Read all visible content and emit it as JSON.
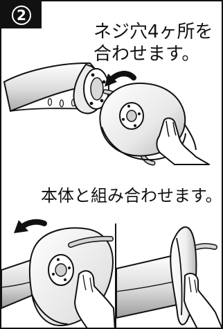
{
  "step": {
    "number": "2"
  },
  "instructions": {
    "line1": "ネジ穴4ヶ所を",
    "line2": "合わせます。",
    "assembly": "本体と組み合わせます。"
  },
  "colors": {
    "ink": "#111111",
    "paper": "#ffffff",
    "shade": "#cfcfcf",
    "light_shade": "#ececec",
    "dark_shade": "#9f9f9f"
  },
  "icons": {
    "step": "circled-number-icon",
    "rotation": "curved-arrow-icon"
  }
}
